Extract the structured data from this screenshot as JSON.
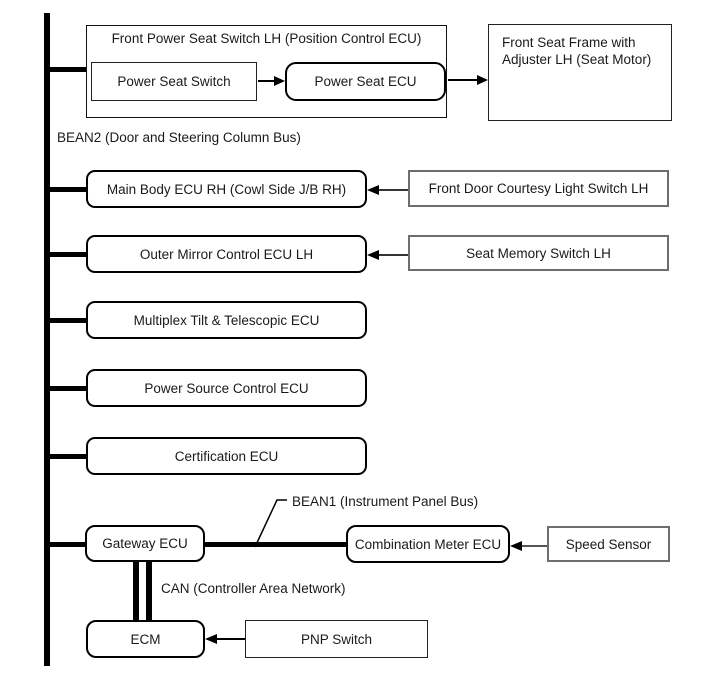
{
  "labels": {
    "bean2": "BEAN2 (Door and Steering Column Bus)",
    "bean1": "BEAN1 (Instrument Panel Bus)",
    "can": "CAN (Controller Area Network)"
  },
  "top_group": {
    "title": "Front Power Seat Switch LH (Position Control ECU)",
    "power_seat_switch": "Power Seat Switch",
    "power_seat_ecu": "Power Seat ECU",
    "seat_frame_line1": "Front Seat Frame with",
    "seat_frame_line2": "Adjuster LH (Seat Motor)"
  },
  "bean2_nodes": [
    {
      "label": "Main Body ECU RH (Cowl Side J/B RH)"
    },
    {
      "label": "Outer Mirror Control ECU LH"
    },
    {
      "label": "Multiplex Tilt & Telescopic ECU"
    },
    {
      "label": "Power Source Control ECU"
    },
    {
      "label": "Certification ECU"
    }
  ],
  "bean2_inputs": [
    {
      "label": "Front Door Courtesy Light Switch LH"
    },
    {
      "label": "Seat Memory Switch LH"
    }
  ],
  "bottom_group": {
    "gateway": "Gateway ECU",
    "combination_meter": "Combination Meter ECU",
    "speed_sensor": "Speed Sensor",
    "ecm": "ECM",
    "pnp_switch": "PNP Switch"
  },
  "connections": [
    {
      "from": "Power Seat Switch",
      "to": "Power Seat ECU",
      "type": "arrow"
    },
    {
      "from": "Front Power Seat Switch LH (Position Control ECU)",
      "to": "Front Seat Frame with Adjuster LH (Seat Motor)",
      "type": "arrow"
    },
    {
      "from": "Front Door Courtesy Light Switch LH",
      "to": "Main Body ECU RH (Cowl Side J/B RH)",
      "type": "arrow"
    },
    {
      "from": "Seat Memory Switch LH",
      "to": "Outer Mirror Control ECU LH",
      "type": "arrow"
    },
    {
      "from": "Speed Sensor",
      "to": "Combination Meter ECU",
      "type": "arrow"
    },
    {
      "from": "PNP Switch",
      "to": "ECM",
      "type": "arrow"
    },
    {
      "from": "Gateway ECU",
      "to": "Combination Meter ECU",
      "type": "BEAN1 bus"
    },
    {
      "from": "Gateway ECU",
      "to": "ECM",
      "type": "CAN bus"
    }
  ],
  "colors": {
    "line": "#000000",
    "box_border": "#1a1a1a",
    "gray_box_border": "#6e6e6e",
    "text": "#1a1a1a",
    "background": "#ffffff"
  }
}
